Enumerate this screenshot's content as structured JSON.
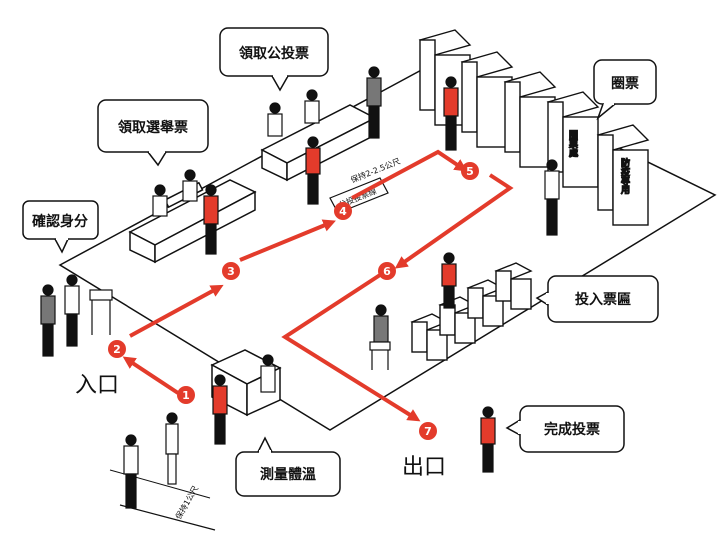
{
  "labels": {
    "confirm_identity": "確認身分",
    "get_election_ballot": "領取選舉票",
    "get_referendum_ballot": "領取公投票",
    "mark_ballot": "圈票",
    "cast_ballot_area": "投入票匾",
    "complete_voting": "完成投票",
    "measure_temperature": "測量體溫",
    "entrance": "入口",
    "exit": "出口"
  },
  "signs": {
    "keep_distance_entry": "保持1公尺",
    "keep_distance_ballot": "保持2-2.5公尺",
    "referendum_line": "公投投票線",
    "booth_sign_a": "圈票處",
    "booth_sign_b": "防疫專用"
  },
  "steps": [
    "1",
    "2",
    "3",
    "4",
    "5",
    "6",
    "7"
  ],
  "colors": {
    "accent": "#e33b2b",
    "ink": "#111111",
    "floor": "#ffffff"
  }
}
